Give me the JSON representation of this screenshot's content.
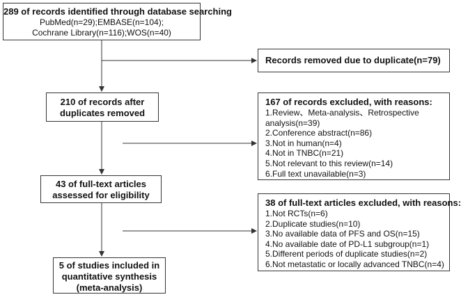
{
  "identification": {
    "title": "289 of records identified through database searching",
    "lines": [
      "PubMed(n=29);EMBASE(n=104);",
      "Cochrane Library(n=116);WOS(n=40)"
    ]
  },
  "removed_duplicates": {
    "title": "Records removed due to duplicate(n=79)"
  },
  "after_duplicates": {
    "lines": [
      "210 of records after",
      "duplicates removed"
    ]
  },
  "excluded_records": {
    "title": "167 of records excluded, with reasons:",
    "reasons": [
      "1.Review、Meta-analysis、Retrospective",
      "analysis(n=39)",
      "2.Conference abstract(n=86)",
      "3.Not in human(n=4)",
      "4.Not in TNBC(n=21)",
      "5.Not relevant to this review(n=14)",
      "6.Full text unavailable(n=3)"
    ]
  },
  "fulltext_assessed": {
    "lines": [
      "43 of full-text articles",
      "assessed for eligibility"
    ]
  },
  "excluded_fulltext": {
    "title": "38 of full-text articles excluded, with reasons:",
    "reasons": [
      "1.Not RCTs(n=6)",
      "2.Duplicate studies(n=10)",
      "3.No available data of PFS and OS(n=15)",
      "4.No available date of PD-L1 subgroup(n=1)",
      "5.Different periods of duplicate studies(n=2)",
      "6.Not metastatic or locally advanced TNBC(n=4)"
    ]
  },
  "included": {
    "lines": [
      "5 of studies included in",
      "quantitative synthesis",
      "(meta-analysis)"
    ]
  }
}
